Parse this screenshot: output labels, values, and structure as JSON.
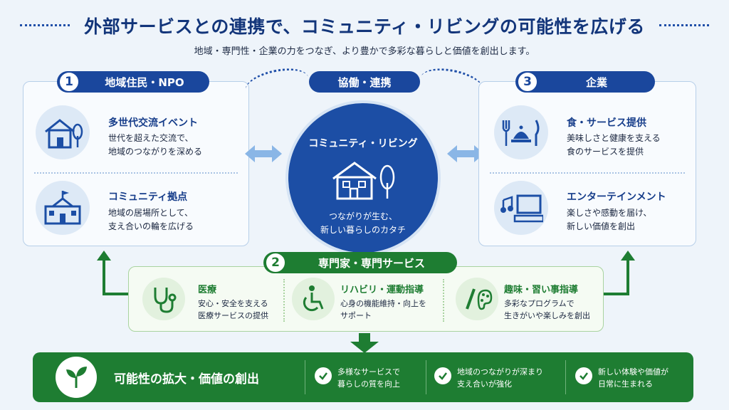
{
  "header": {
    "title": "外部サービスとの連携で、コミュニティ・リビングの可能性を広げる",
    "subtitle": "地域・専門性・企業の力をつなぎ、より豊かで多彩な暮らしと価値を創出します。"
  },
  "center": {
    "label": "協働・連携",
    "title": "コミュニティ・リビング",
    "caption_line1": "つながりが生む、",
    "caption_line2": "新しい暮らしのカタチ"
  },
  "left": {
    "number": "1",
    "label": "地域住民・NPO",
    "items": [
      {
        "icon": "house-tree-icon",
        "title": "多世代交流イベント",
        "desc1": "世代を超えた交流で、",
        "desc2": "地域のつながりを深める"
      },
      {
        "icon": "community-center-icon",
        "title": "コミュニティ拠点",
        "desc1": "地域の居場所として、",
        "desc2": "支え合いの輪を広げる"
      }
    ]
  },
  "right": {
    "number": "3",
    "label": "企業",
    "items": [
      {
        "icon": "dining-icon",
        "title": "食・サービス提供",
        "desc1": "美味しさと健康を支える",
        "desc2": "食のサービスを提供"
      },
      {
        "icon": "entertainment-icon",
        "title": "エンターテインメント",
        "desc1": "楽しさや感動を届け、",
        "desc2": "新しい価値を創出"
      }
    ]
  },
  "experts": {
    "number": "2",
    "label": "専門家・専門サービス",
    "items": [
      {
        "icon": "stethoscope-icon",
        "title": "医療",
        "desc1": "安心・安全を支える",
        "desc2": "医療サービスの提供"
      },
      {
        "icon": "wheelchair-icon",
        "title": "リハビリ・運動指導",
        "desc1": "心身の機能維持・向上を",
        "desc2": "サポート"
      },
      {
        "icon": "palette-icon",
        "title": "趣味・習い事指導",
        "desc1": "多彩なプログラムで",
        "desc2": "生きがいや楽しみを創出"
      }
    ]
  },
  "outcome": {
    "title": "可能性の拡大・価値の創出",
    "items": [
      {
        "line1": "多様なサービスで",
        "line2": "暮らしの質を向上"
      },
      {
        "line1": "地域のつながりが深まり",
        "line2": "支え合いが強化"
      },
      {
        "line1": "新しい体験や価値が",
        "line2": "日常に生まれる"
      }
    ]
  },
  "colors": {
    "navy": "#1a479d",
    "green": "#1e7d32",
    "background": "#eef4fa"
  }
}
